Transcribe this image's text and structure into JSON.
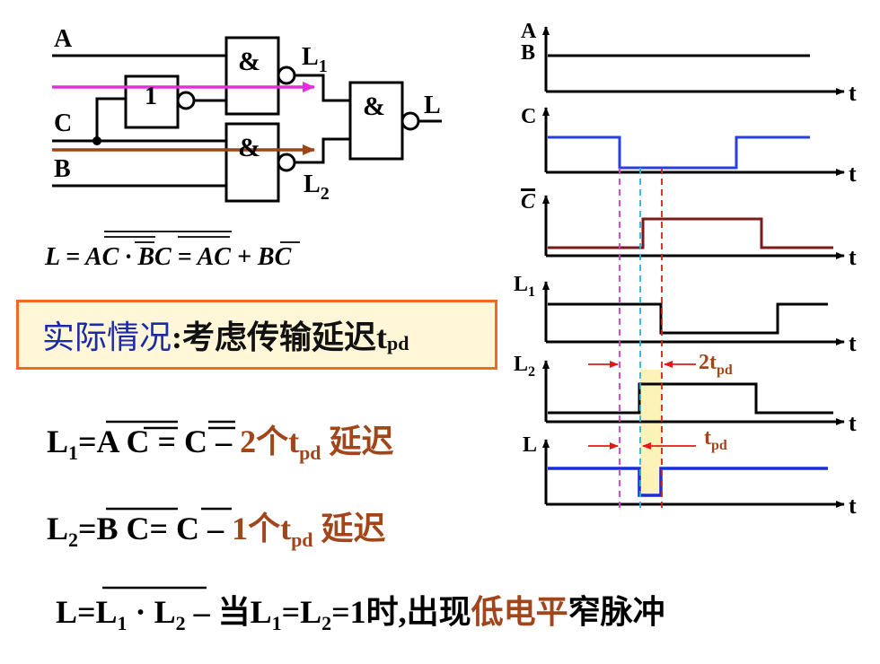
{
  "circuit": {
    "input_a": "A",
    "input_b": "B",
    "input_c": "C",
    "not_gate_label": "1",
    "and_gate_label": "&",
    "output_l": "L",
    "output_l1": "L",
    "output_l1_sub": "1",
    "output_l2": "L",
    "output_l2_sub": "2"
  },
  "formula": {
    "text": "L = AC · BC = AC + BC"
  },
  "callout": {
    "lead": "实际情况",
    "rest": ":考虑传输延迟t",
    "sub": "pd"
  },
  "eq1": {
    "lhs": "L",
    "lhs_sub": "1",
    "eq": "=A C = C",
    "dash": " – ",
    "count": "2个t",
    "sub": "pd",
    "tail": " 延迟"
  },
  "eq2": {
    "lhs": "L",
    "lhs_sub": "2",
    "eq": "=B C= C",
    "dash": "  – ",
    "count": "1个t",
    "sub": "pd",
    "tail": " 延迟"
  },
  "eq3": {
    "lhs": "L=",
    "l1": "L",
    "l1_sub": "1",
    "dot": " · ",
    "l2": "L",
    "l2_sub": "2",
    "dash": "  – 当L",
    "c_sub1": "1",
    "mid": "=L",
    "c_sub2": "2",
    "cond": "=1时,出现",
    "red": "低电平",
    "end": "窄脉冲"
  },
  "timing": {
    "axis_t": "t",
    "label_a": "A",
    "label_b": "B",
    "label_c": "C",
    "label_cbar": "C",
    "label_l1": "L",
    "label_l1_sub": "1",
    "label_l2": "L",
    "label_l2_sub": "2",
    "label_l": "L",
    "delay_2tpd": "2t",
    "delay_tpd": "t",
    "delay_sub": "pd"
  },
  "colors": {
    "signal_c": "#2a3fe0",
    "signal_cbar": "#7a1a1a",
    "signal_l": "#1a2ce0",
    "arrow_magenta": "#e22ee0",
    "arrow_brown": "#9a4616",
    "marker_red": "#e01a1a",
    "marker_cyan": "#20b8d8",
    "highlight": "#fbf3b8"
  }
}
